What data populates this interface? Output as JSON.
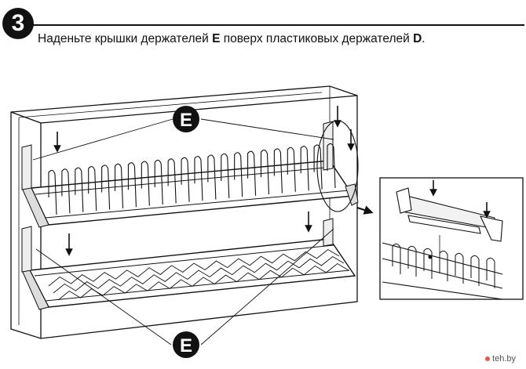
{
  "step": {
    "number": "3"
  },
  "instruction": {
    "prefix": "Наденьте крышки держателей ",
    "part_e": "E",
    "middle": " поверх пластиковых держателей ",
    "part_d": "D",
    "suffix": "."
  },
  "callouts": {
    "top_label": "E",
    "bottom_label": "E"
  },
  "watermark": {
    "text": "teh.by"
  }
}
